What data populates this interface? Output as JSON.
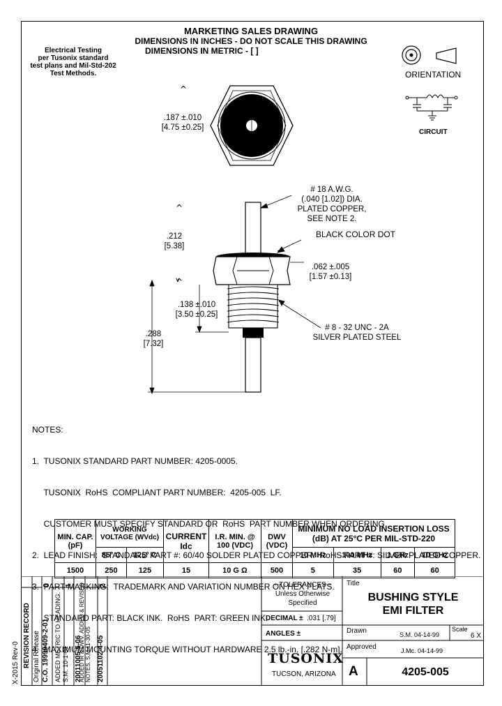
{
  "header": {
    "line1": "MARKETING SALES DRAWING",
    "line2": "DIMENSIONS IN INCHES - DO NOT SCALE THIS DRAWING",
    "line3": "DIMENSIONS IN METRIC - [  ]"
  },
  "testing_note": [
    "Electrical Testing",
    "per Tusonix standard",
    "test plans and Mil-Std-202",
    "Test Methods."
  ],
  "legend": {
    "orientation": "ORIENTATION",
    "circuit": "CIRCUIT"
  },
  "dimensions": {
    "hex_diameter": [
      ".187 ±.010",
      "[4.75 ±0.25]"
    ],
    "lead_length": [
      ".212",
      "[5.38]"
    ],
    "thread_length": [
      ".138 ±.010",
      "[3.50 ±0.25]"
    ],
    "overall_length": [
      ".288",
      "[7.32]"
    ],
    "hex_height": [
      ".062 ±.005",
      "[1.57 ±0.13]"
    ]
  },
  "callouts": {
    "wire": [
      "# 18 A.W.G.",
      "(.040 [1.02]) DIA.",
      "PLATED COPPER,",
      "SEE NOTE 2."
    ],
    "dot": "BLACK COLOR DOT",
    "thread": [
      "# 8 - 32 UNC - 2A",
      "SILVER PLATED STEEL"
    ]
  },
  "notes": {
    "title": "NOTES:",
    "lines": [
      "1.  TUSONIX STANDARD PART NUMBER: 4205-0005.",
      "     TUSONIX  RoHS  COMPLIANT PART NUMBER:  4205-005  LF.",
      "     CUSTOMER MUST SPECIFY STANDARD OR  RoHS  PART NUMBER WHEN ORDERING.",
      "2.  LEAD FINISH:  STANDARD PART #: 60/40 SOLDER PLATED COPPER.  RoHS PART #: SILVER PLATED COPPER.",
      "3.  PART MARKING:  TRADEMARK AND VARIATION NUMBER ON HEX FLATS.",
      "     STANDARD PART: BLACK INK.  RoHS  PART: GREEN INK.",
      "4.  MAXIMUM MOUNTING TORQUE WITHOUT HARDWARE 2.5 lb.-in. [.282 N-m]."
    ]
  },
  "spec_table": {
    "min_cap": "MIN. CAP. (pF)",
    "working_voltage": "WORKING VOLTAGE (WVdc)",
    "current": "CURRENT Idc",
    "ir": "I.R. MIN. @ 100 (VDC)",
    "dwv": "DWV (VDC)",
    "insertion_loss": "MINIMUM NO LOAD INSERTION LOSS (dB)  AT 25°C PER MIL-STD-220",
    "sub_headers": [
      "85° C",
      "125° C",
      "10 MHz",
      "100 MHz",
      "1 GHz",
      "10 GHz"
    ],
    "values": [
      "1500",
      "250",
      "125",
      "15",
      "10 G Ω",
      "500",
      "5",
      "35",
      "60",
      "60"
    ]
  },
  "title_block": {
    "tolerances": "--TOLERANCES--",
    "unless": "Unless Otherwise",
    "specified": "Specified",
    "decimal_label": "DECIMAL ±",
    "decimal_value": ".031 [.79]",
    "angles_label": "ANGLES ±",
    "company": "TUSONIX",
    "location": "TUCSON, ARIZONA",
    "title_label": "Title",
    "title_line1": "BUSHING STYLE",
    "title_line2": "EMI  FILTER",
    "drawn_label": "Drawn",
    "drawn_value": "S.M. 04-14-99",
    "scale_label": "Scale",
    "scale_value": "6 X",
    "approved_label": "Approved",
    "approved_value": "J.Mc. 04-14-99",
    "size": "A",
    "part_number": "4205-005"
  },
  "revisions": {
    "form": "X-2015 Rev-0",
    "header": "REVISION RECORD",
    "rows": [
      {
        "num": "0",
        "desc": "Original Release",
        "co": "C.O.  19990409-2-01"
      },
      {
        "num": "1",
        "desc": "ADDED METRIC TO HEADING.  S.M. 10-1-01",
        "co": "20011005-5-06"
      },
      {
        "num": "2",
        "desc": "ADDED IR & DWV. ADDED & REVISED NOTES. S.M.11-30-05",
        "co": "20051102-4-05"
      }
    ]
  }
}
